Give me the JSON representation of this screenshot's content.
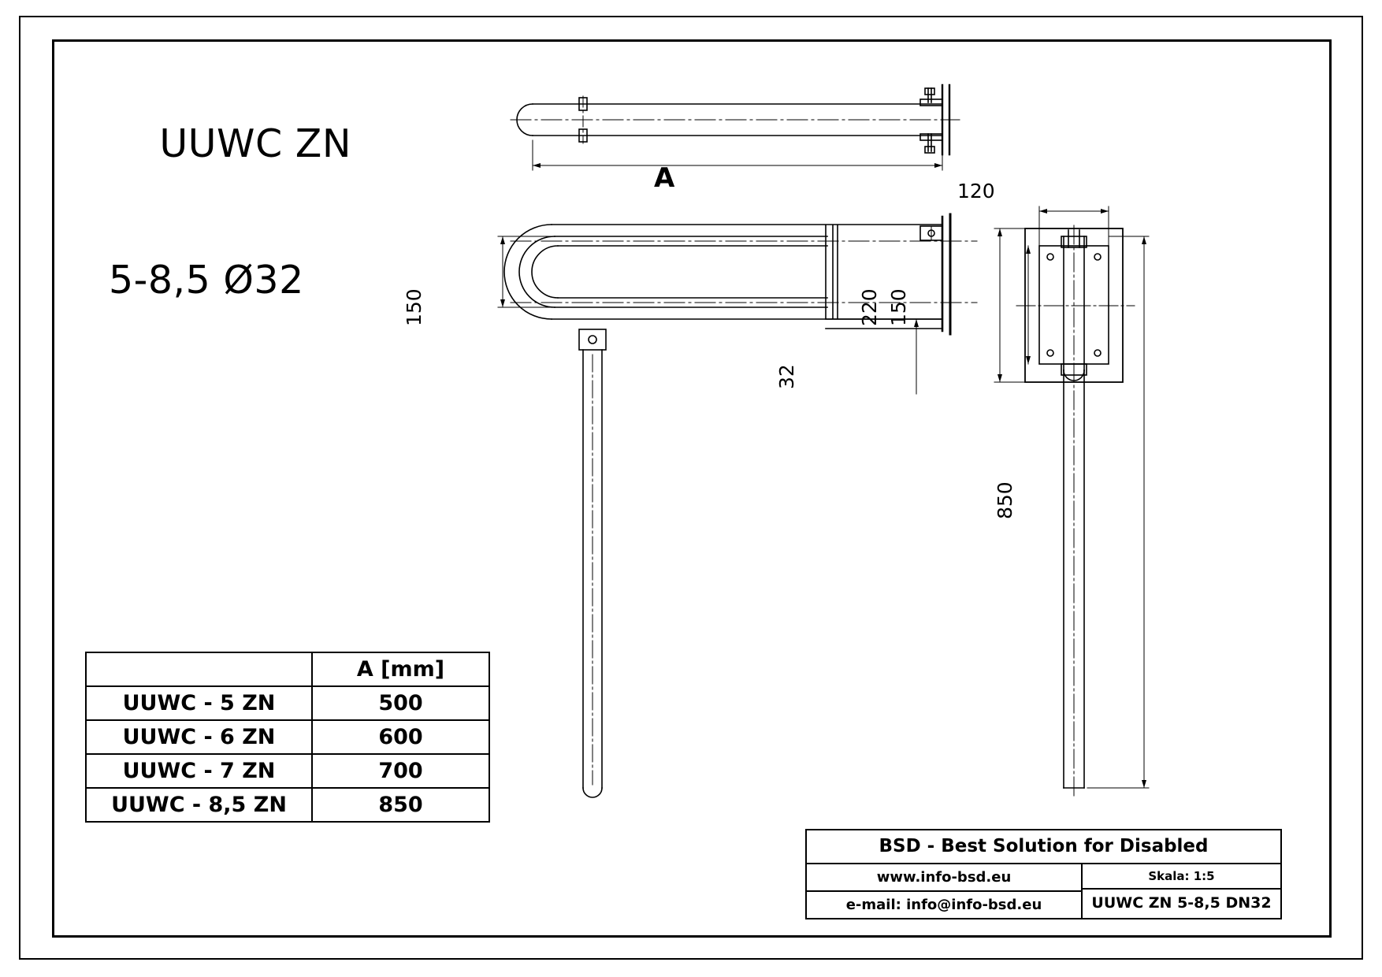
{
  "document": {
    "title_line1": "UUWC ZN",
    "title_line2": "5-8,5 Ø32"
  },
  "views": {
    "top_view_label": "A",
    "dimensions": {
      "length_A": "A",
      "width_150": "150",
      "tube_dia_32": "32",
      "plate_width_120": "120",
      "plate_height_220": "220",
      "bracket_150": "150",
      "leg_height_850": "850"
    }
  },
  "parts_table": {
    "header": {
      "name": "",
      "value": "A [mm]"
    },
    "rows": [
      {
        "name": "UUWC - 5 ZN",
        "value": "500"
      },
      {
        "name": "UUWC - 6 ZN",
        "value": "600"
      },
      {
        "name": "UUWC - 7 ZN",
        "value": "700"
      },
      {
        "name": "UUWC - 8,5 ZN",
        "value": "850"
      }
    ]
  },
  "title_block": {
    "company": "BSD - Best Solution for Disabled",
    "website": "www.info-bsd.eu",
    "email": "e-mail: info@info-bsd.eu",
    "scale": "Skala: 1:5",
    "drawing_number": "UUWC ZN 5-8,5 DN32"
  }
}
